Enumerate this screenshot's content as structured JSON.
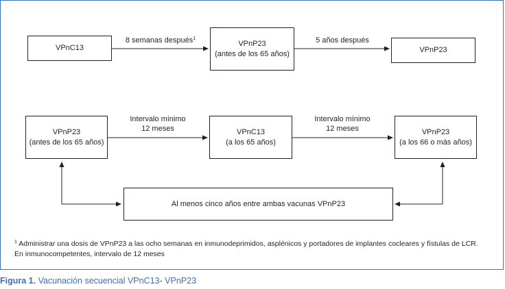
{
  "row1": {
    "box_a": "VPnC13",
    "arrow1_label": "8 semanas después",
    "arrow1_sup": "1",
    "box_b_line1": "VPnP23",
    "box_b_line2": "(antes de los 65 años)",
    "arrow2_label": "5 años después",
    "box_c": "VPnP23"
  },
  "row2": {
    "box_a_line1": "VPnP23",
    "box_a_line2": "(antes de los 65 años)",
    "arrow1_line1": "Intervalo mínimo",
    "arrow1_line2": "12 meses",
    "box_b_line1": "VPnC13",
    "box_b_line2": "(a los 65 años)",
    "arrow2_line1": "Intervalo mínimo",
    "arrow2_line2": "12 meses",
    "box_c_line1": "VPnP23",
    "box_c_line2": "(a los 66 o más años)"
  },
  "bottom_box": "Al menos cinco años entre ambas vacunas VPnP23",
  "footnote": {
    "mark": "1",
    "text": " Administrar una dosis de VPnP23 a las ocho semanas en inmunodeprimidos, asplénicos y portadores de implantes cocleares y fístulas de LCR. En inmunocompetentes, intervalo de 12 meses"
  },
  "caption": {
    "figure": "Figura 1.",
    "title": " Vacunación secuencial VPnC13- VPnP23"
  },
  "colors": {
    "frame": "#3b6fb6",
    "caption": "#3b6fb6",
    "ink": "#231f20"
  }
}
